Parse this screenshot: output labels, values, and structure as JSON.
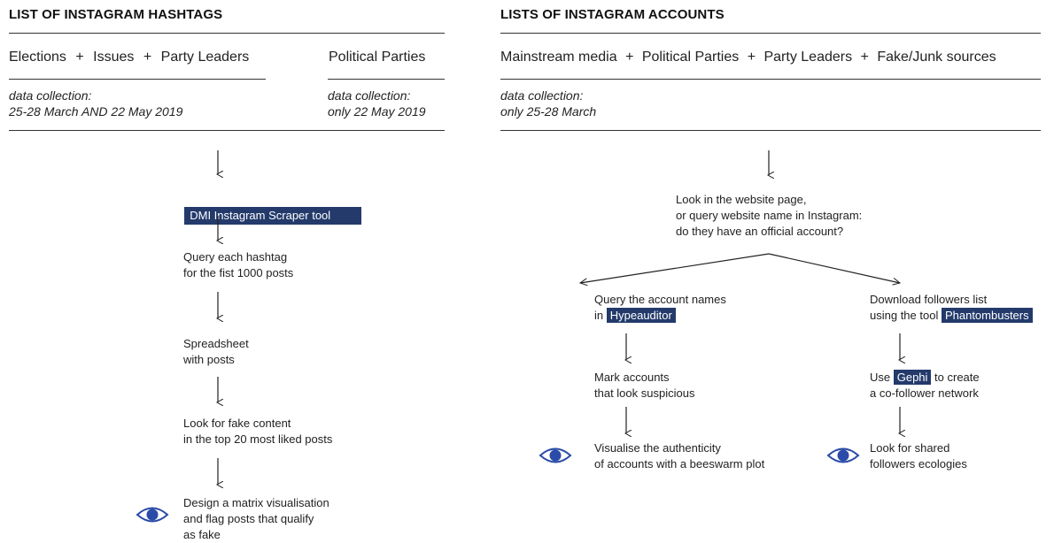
{
  "left": {
    "heading": "LIST OF INSTAGRAM HASHTAGS",
    "categories_a": {
      "elections": "Elections",
      "plus1": "+",
      "issues": "Issues",
      "plus2": "+",
      "party_leaders": "Party Leaders"
    },
    "categories_b": "Political Parties",
    "collection_a": "data collection:\n25-28 March AND 22 May 2019",
    "collection_b": "data collection:\nonly 22 May 2019",
    "tool": "DMI Instagram Scraper tool",
    "steps": [
      "Query each hashtag\nfor the fist 1000 posts",
      "Spreadsheet\nwith posts",
      "Look for fake content\nin the top 20 most liked posts",
      "Design a matrix visualisation\nand flag posts that qualify\nas fake"
    ]
  },
  "right": {
    "heading": "LISTS OF INSTAGRAM ACCOUNTS",
    "categories": {
      "mainstream": "Mainstream media",
      "plus1": "+",
      "parties": "Political Parties",
      "plus2": "+",
      "leaders": "Party Leaders",
      "plus3": "+",
      "fake": "Fake/Junk sources"
    },
    "collection": "data collection:\nonly 25-28 March",
    "question": "Look in the website page,\nor query website name in Instagram:\ndo they have an official account?",
    "branch_left": {
      "query_prefix": "Query the account names\nin ",
      "query_tool": "Hypeauditor",
      "mark": "Mark accounts\nthat look suspicious",
      "visualise": "Visualise the authenticity\nof accounts with a beeswarm plot"
    },
    "branch_right": {
      "download_prefix": "Download followers list\nusing the tool ",
      "download_tool": "Phantombusters",
      "use_prefix": "Use ",
      "use_tool": "Gephi",
      "use_suffix": " to create\na co-follower network",
      "look": "Look for shared\nfollowers ecologies"
    }
  },
  "colors": {
    "highlight": "#233a6b",
    "eye": "#2b4ba8"
  },
  "icons": [
    "eye-icon",
    "arrow-down-icon"
  ]
}
